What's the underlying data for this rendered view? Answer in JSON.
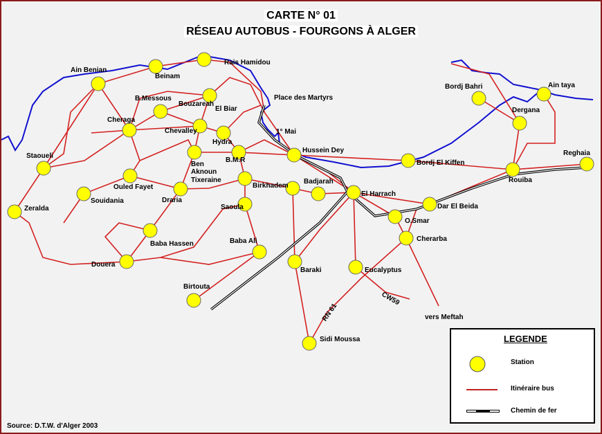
{
  "title": {
    "line1": "CARTE N° 01",
    "line2": "RÉSEAU AUTOBUS - FOURGONS À ALGER"
  },
  "stations": [
    "Ain Benian",
    "Beinam",
    "Rais Hamidou",
    "B.Messous",
    "Bouzareah",
    "Cheraga",
    "Chevalley",
    "Hydra",
    "Hussein Dey",
    "Staoueli",
    "Ben Aknoun",
    "B.M.R",
    "Ouled Fayet",
    "Tixeraine",
    "Birkhadem",
    "Badjarah",
    "El Harrach",
    "Souidania",
    "Draria",
    "Saoula",
    "Zeralda",
    "Baba Hassen",
    "Baba Ali",
    "Douera",
    "Baraki",
    "Eucalyptus",
    "Birtouta",
    "Sidi Moussa",
    "Bordj Bahri",
    "Ain taya",
    "Dergana",
    "Reghaia",
    "Bordj El Kiffen",
    "Rouiba",
    "Dar El Beida",
    "O.Smar",
    "Cherarba"
  ],
  "place_labels": {
    "el_biar": "El Biar",
    "place_martyrs": "Place des Martyrs",
    "premier_mai": "1°  Mai",
    "vers_meftah": "vers Meftah",
    "rn61": "RN 61",
    "cw59": "CW59"
  },
  "legend": {
    "title": "LEGENDE",
    "station": "Station",
    "bus": "Itinéraire bus",
    "rail": "Chemin de fer"
  },
  "source": "Source: D.T.W. d'Alger 2003",
  "colors": {
    "route": "#d42020",
    "coast": "#1010d0",
    "station": "#ffff00",
    "border": "#8b1a1a"
  }
}
